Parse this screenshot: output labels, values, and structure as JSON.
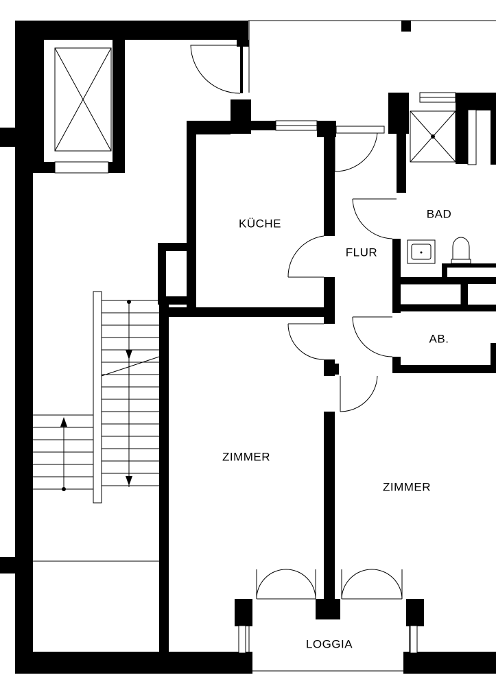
{
  "floor_plan": {
    "rooms": {
      "kitchen": "KÜCHE",
      "hallway": "FLUR",
      "bathroom": "BAD",
      "storage": "AB.",
      "room_left": "ZIMMER",
      "room_right": "ZIMMER",
      "loggia": "LOGGIA"
    },
    "colors": {
      "wall": "#000000",
      "background": "#ffffff",
      "line": "#000000"
    }
  }
}
